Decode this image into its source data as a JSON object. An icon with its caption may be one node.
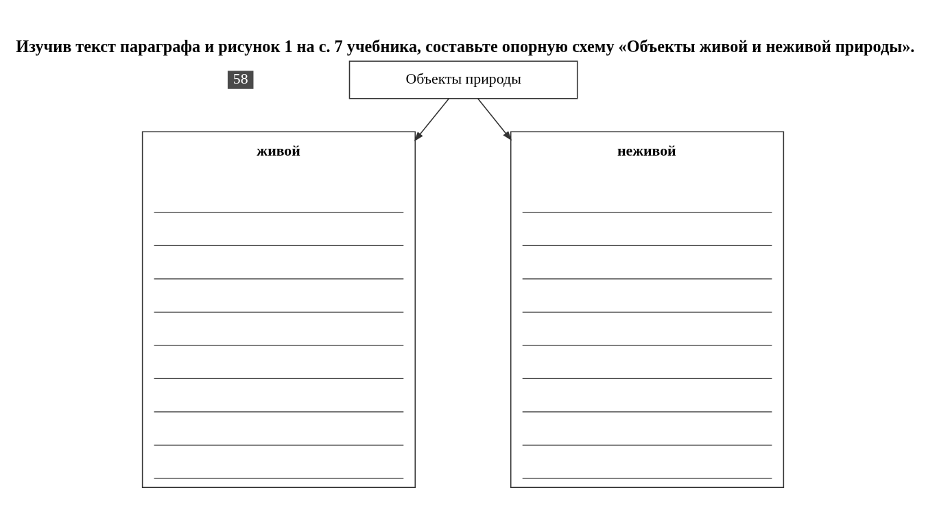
{
  "diagram": {
    "title": "Изучив текст параграфа и рисунок 1 на с. 7 учебника, составьте опорную схему «Объекты живой и неживой природы».",
    "nodes": [
      {
        "text": [
          "Объекты природы"
        ]
      },
      {
        "text": [
          "живой"
        ]
      },
      {
        "text": [
          "неживой"
        ]
      }
    ],
    "edges": [
      {
        "from": 0,
        "to": 1,
        "arrow": "to"
      },
      {
        "from": 0,
        "to": 2,
        "arrow": "to"
      }
    ],
    "labels": [
      "58"
    ]
  }
}
